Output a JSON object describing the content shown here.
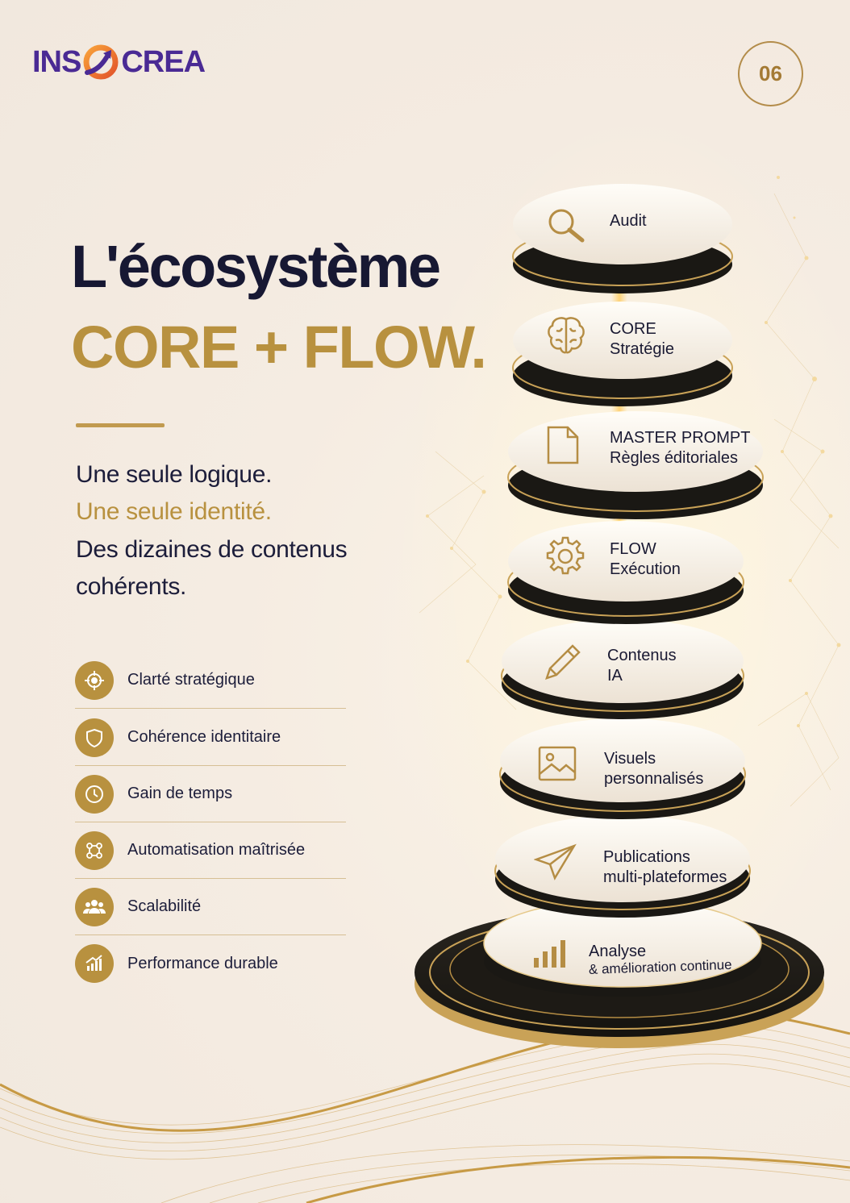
{
  "brand": {
    "logo_left": "INS",
    "logo_right": "CREA"
  },
  "page_number": "06",
  "title": {
    "line1": "L'écosystème",
    "line2": "CORE + FLOW."
  },
  "tagline": {
    "line1": "Une seule logique.",
    "line2": "Une seule identité.",
    "line3": "Des dizaines de contenus",
    "line4": "cohérents."
  },
  "benefits": [
    {
      "label": "Clarté stratégique",
      "icon": "target-icon"
    },
    {
      "label": "Cohérence identitaire",
      "icon": "shield-icon"
    },
    {
      "label": "Gain de temps",
      "icon": "clock-icon"
    },
    {
      "label": "Automatisation maîtrisée",
      "icon": "network-icon"
    },
    {
      "label": "Scalabilité",
      "icon": "people-icon"
    },
    {
      "label": "Performance durable",
      "icon": "growth-chart-icon"
    }
  ],
  "steps": [
    {
      "line1": "Audit",
      "line2": "",
      "icon": "search-icon"
    },
    {
      "line1": "CORE",
      "line2": "Stratégie",
      "icon": "brain-icon"
    },
    {
      "line1": "MASTER PROMPT",
      "line2": "Règles éditoriales",
      "icon": "document-icon"
    },
    {
      "line1": "FLOW",
      "line2": "Exécution",
      "icon": "gear-icon"
    },
    {
      "line1": "Contenus",
      "line2": "IA",
      "icon": "pencil-icon"
    },
    {
      "line1": "Visuels",
      "line2": "personnalisés",
      "icon": "image-icon"
    },
    {
      "line1": "Publications",
      "line2": "multi-plateformes",
      "icon": "paper-plane-icon"
    },
    {
      "line1": "Analyse",
      "line2": "& amélioration continue",
      "icon": "bar-chart-icon"
    }
  ],
  "colors": {
    "gold": "#b8913f",
    "navy": "#171833",
    "purple": "#4a2a94",
    "orange": "#f07a2a",
    "background": "#f5ece2"
  }
}
